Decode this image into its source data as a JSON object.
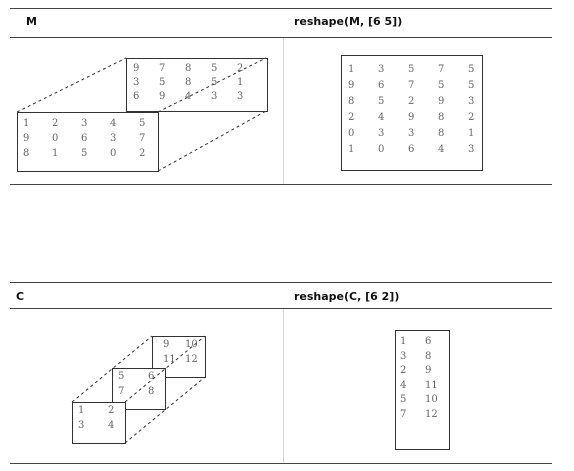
{
  "table1": {
    "left_header": "M",
    "right_header": "reshape(M, [6 5])",
    "back_page": [
      [
        "9",
        "7",
        "8",
        "5",
        "2"
      ],
      [
        "3",
        "5",
        "8",
        "5",
        "1"
      ],
      [
        "6",
        "9",
        "4",
        "3",
        "3"
      ]
    ],
    "front_page": [
      [
        "1",
        "2",
        "3",
        "4",
        "5"
      ],
      [
        "9",
        "0",
        "6",
        "3",
        "7"
      ],
      [
        "8",
        "1",
        "5",
        "0",
        "2"
      ]
    ],
    "result": [
      [
        "1",
        "3",
        "5",
        "7",
        "5"
      ],
      [
        "9",
        "6",
        "7",
        "5",
        "5"
      ],
      [
        "8",
        "5",
        "2",
        "9",
        "3"
      ],
      [
        "2",
        "4",
        "9",
        "8",
        "2"
      ],
      [
        "0",
        "3",
        "3",
        "8",
        "1"
      ],
      [
        "1",
        "0",
        "6",
        "4",
        "3"
      ]
    ]
  },
  "table2": {
    "left_header": "C",
    "right_header": "reshape(C, [6 2])",
    "page3": [
      [
        "9",
        "10"
      ],
      [
        "11",
        "12"
      ]
    ],
    "page2": [
      [
        "5",
        "6"
      ],
      [
        "7",
        "8"
      ]
    ],
    "page1": [
      [
        "1",
        "2"
      ],
      [
        "3",
        "4"
      ]
    ],
    "result": [
      [
        "1",
        "6"
      ],
      [
        "3",
        "8"
      ],
      [
        "2",
        "9"
      ],
      [
        "4",
        "11"
      ],
      [
        "5",
        "10"
      ],
      [
        "7",
        "12"
      ]
    ]
  }
}
